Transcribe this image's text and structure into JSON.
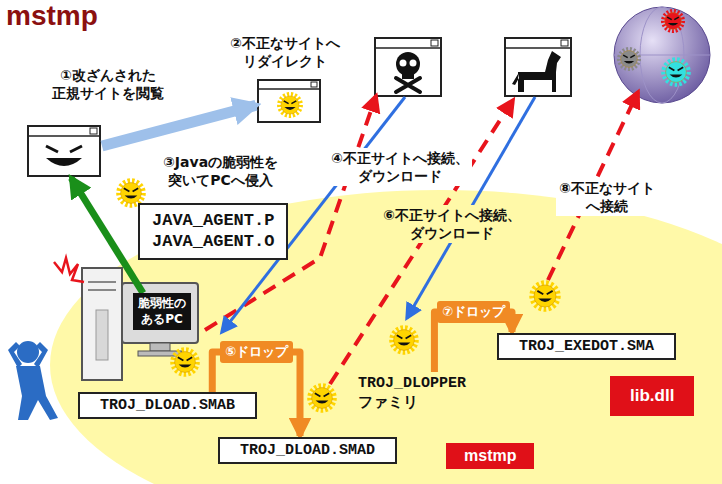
{
  "diagram": {
    "title": "mstmp",
    "nodes": [
      {
        "text": [
          "①改ざんされた 正規サイトを閲覧"
        ]
      },
      {
        "text": [
          "②不正なサイトへ リダイレクト"
        ]
      },
      {
        "text": [
          "JAVA_AGENT.P JAVA_AGENT.O"
        ]
      },
      {
        "text": [
          "脆弱性の あるPC"
        ]
      },
      {
        "text": [
          "TROJ_DLOAD.SMAB"
        ]
      },
      {
        "text": [
          "TROJ_DLOAD.SMAD"
        ]
      },
      {
        "text": [
          "mstmp"
        ]
      },
      {
        "text": [
          "TROJ_DLOPPER ファミリ"
        ]
      },
      {
        "text": [
          "TROJ_EXEDOT.SMA"
        ]
      },
      {
        "text": [
          "lib.dll"
        ]
      }
    ],
    "edges": [
      {
        "from": 3,
        "to": 0,
        "arrow": "to"
      },
      {
        "from": 0,
        "to": 1,
        "arrow": "to"
      },
      {
        "from": 4,
        "to": 5,
        "label": "⑤ドロップ",
        "arrow": "to"
      },
      {
        "from": 7,
        "to": 8,
        "label": "⑦ドロップ",
        "arrow": "to"
      }
    ],
    "labels": [
      "③Javaの脆弱性を 突いてPCへ侵入",
      "④不正サイトへ接続、 ダウンロード",
      "⑥不正サイトへ接続、 ダウンロード",
      "⑧不正なサイト へ接続"
    ]
  }
}
